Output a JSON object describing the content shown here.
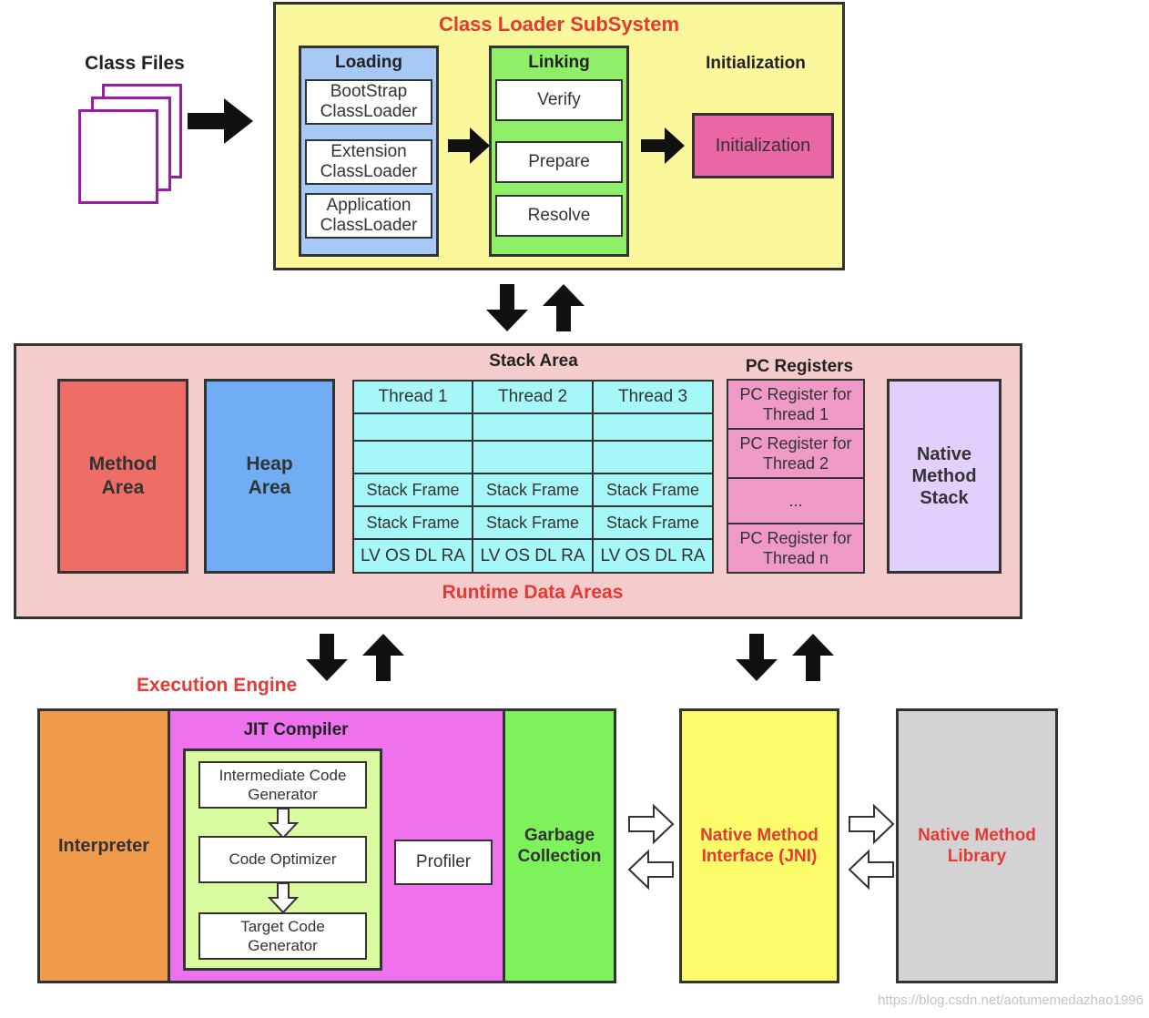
{
  "class_files": {
    "label": "Class Files"
  },
  "class_loader": {
    "title": "Class Loader SubSystem",
    "loading": {
      "title": "Loading",
      "items": [
        "BootStrap ClassLoader",
        "Extension ClassLoader",
        "Application ClassLoader"
      ]
    },
    "linking": {
      "title": "Linking",
      "items": [
        "Verify",
        "Prepare",
        "Resolve"
      ]
    },
    "initialization": {
      "title": "Initialization",
      "box_label": "Initialization"
    }
  },
  "runtime": {
    "title": "Runtime Data Areas",
    "method_area": "Method Area",
    "heap_area": "Heap Area",
    "stack_area": {
      "title": "Stack Area",
      "threads": [
        "Thread 1",
        "Thread 2",
        "Thread 3"
      ],
      "frame_label": "Stack Frame",
      "lv_label": "LV OS DL RA"
    },
    "pc_registers": {
      "title": "PC Registers",
      "items": [
        "PC Register for Thread 1",
        "PC Register for Thread 2",
        "...",
        "PC Register for Thread n"
      ]
    },
    "native_method_stack": "Native Method Stack"
  },
  "execution": {
    "title": "Execution Engine",
    "interpreter": "Interpreter",
    "jit": {
      "title": "JIT Compiler",
      "steps": [
        "Intermediate Code Generator",
        "Code Optimizer",
        "Target Code Generator"
      ],
      "profiler": "Profiler"
    },
    "gc": "Garbage Collection"
  },
  "native_interface": "Native Method Interface (JNI)",
  "native_library": "Native Method Library",
  "watermark": "https://blog.csdn.net/aotumemedazhao1996",
  "colors": {
    "class_loader_bg": "#fbf79b",
    "loading_bg": "#a6c9f5",
    "linking_bg": "#90ef68",
    "initialization_bg": "#ea66a5",
    "runtime_bg": "#f5cccc",
    "method_area_bg": "#ee6d66",
    "heap_area_bg": "#6faef5",
    "stack_bg": "#a6f7f8",
    "pc_bg": "#ef9ac6",
    "native_stack_bg": "#e2cffb",
    "interpreter_bg": "#f09a4c",
    "jit_bg": "#ee72ee",
    "jit_inner_bg": "#d9fb9f",
    "gc_bg": "#7ef25b",
    "jni_bg": "#fcfb6a",
    "native_lib_bg": "#d3d3d3",
    "class_files_color": "#9b1ca8",
    "title_red": "#e53935"
  }
}
